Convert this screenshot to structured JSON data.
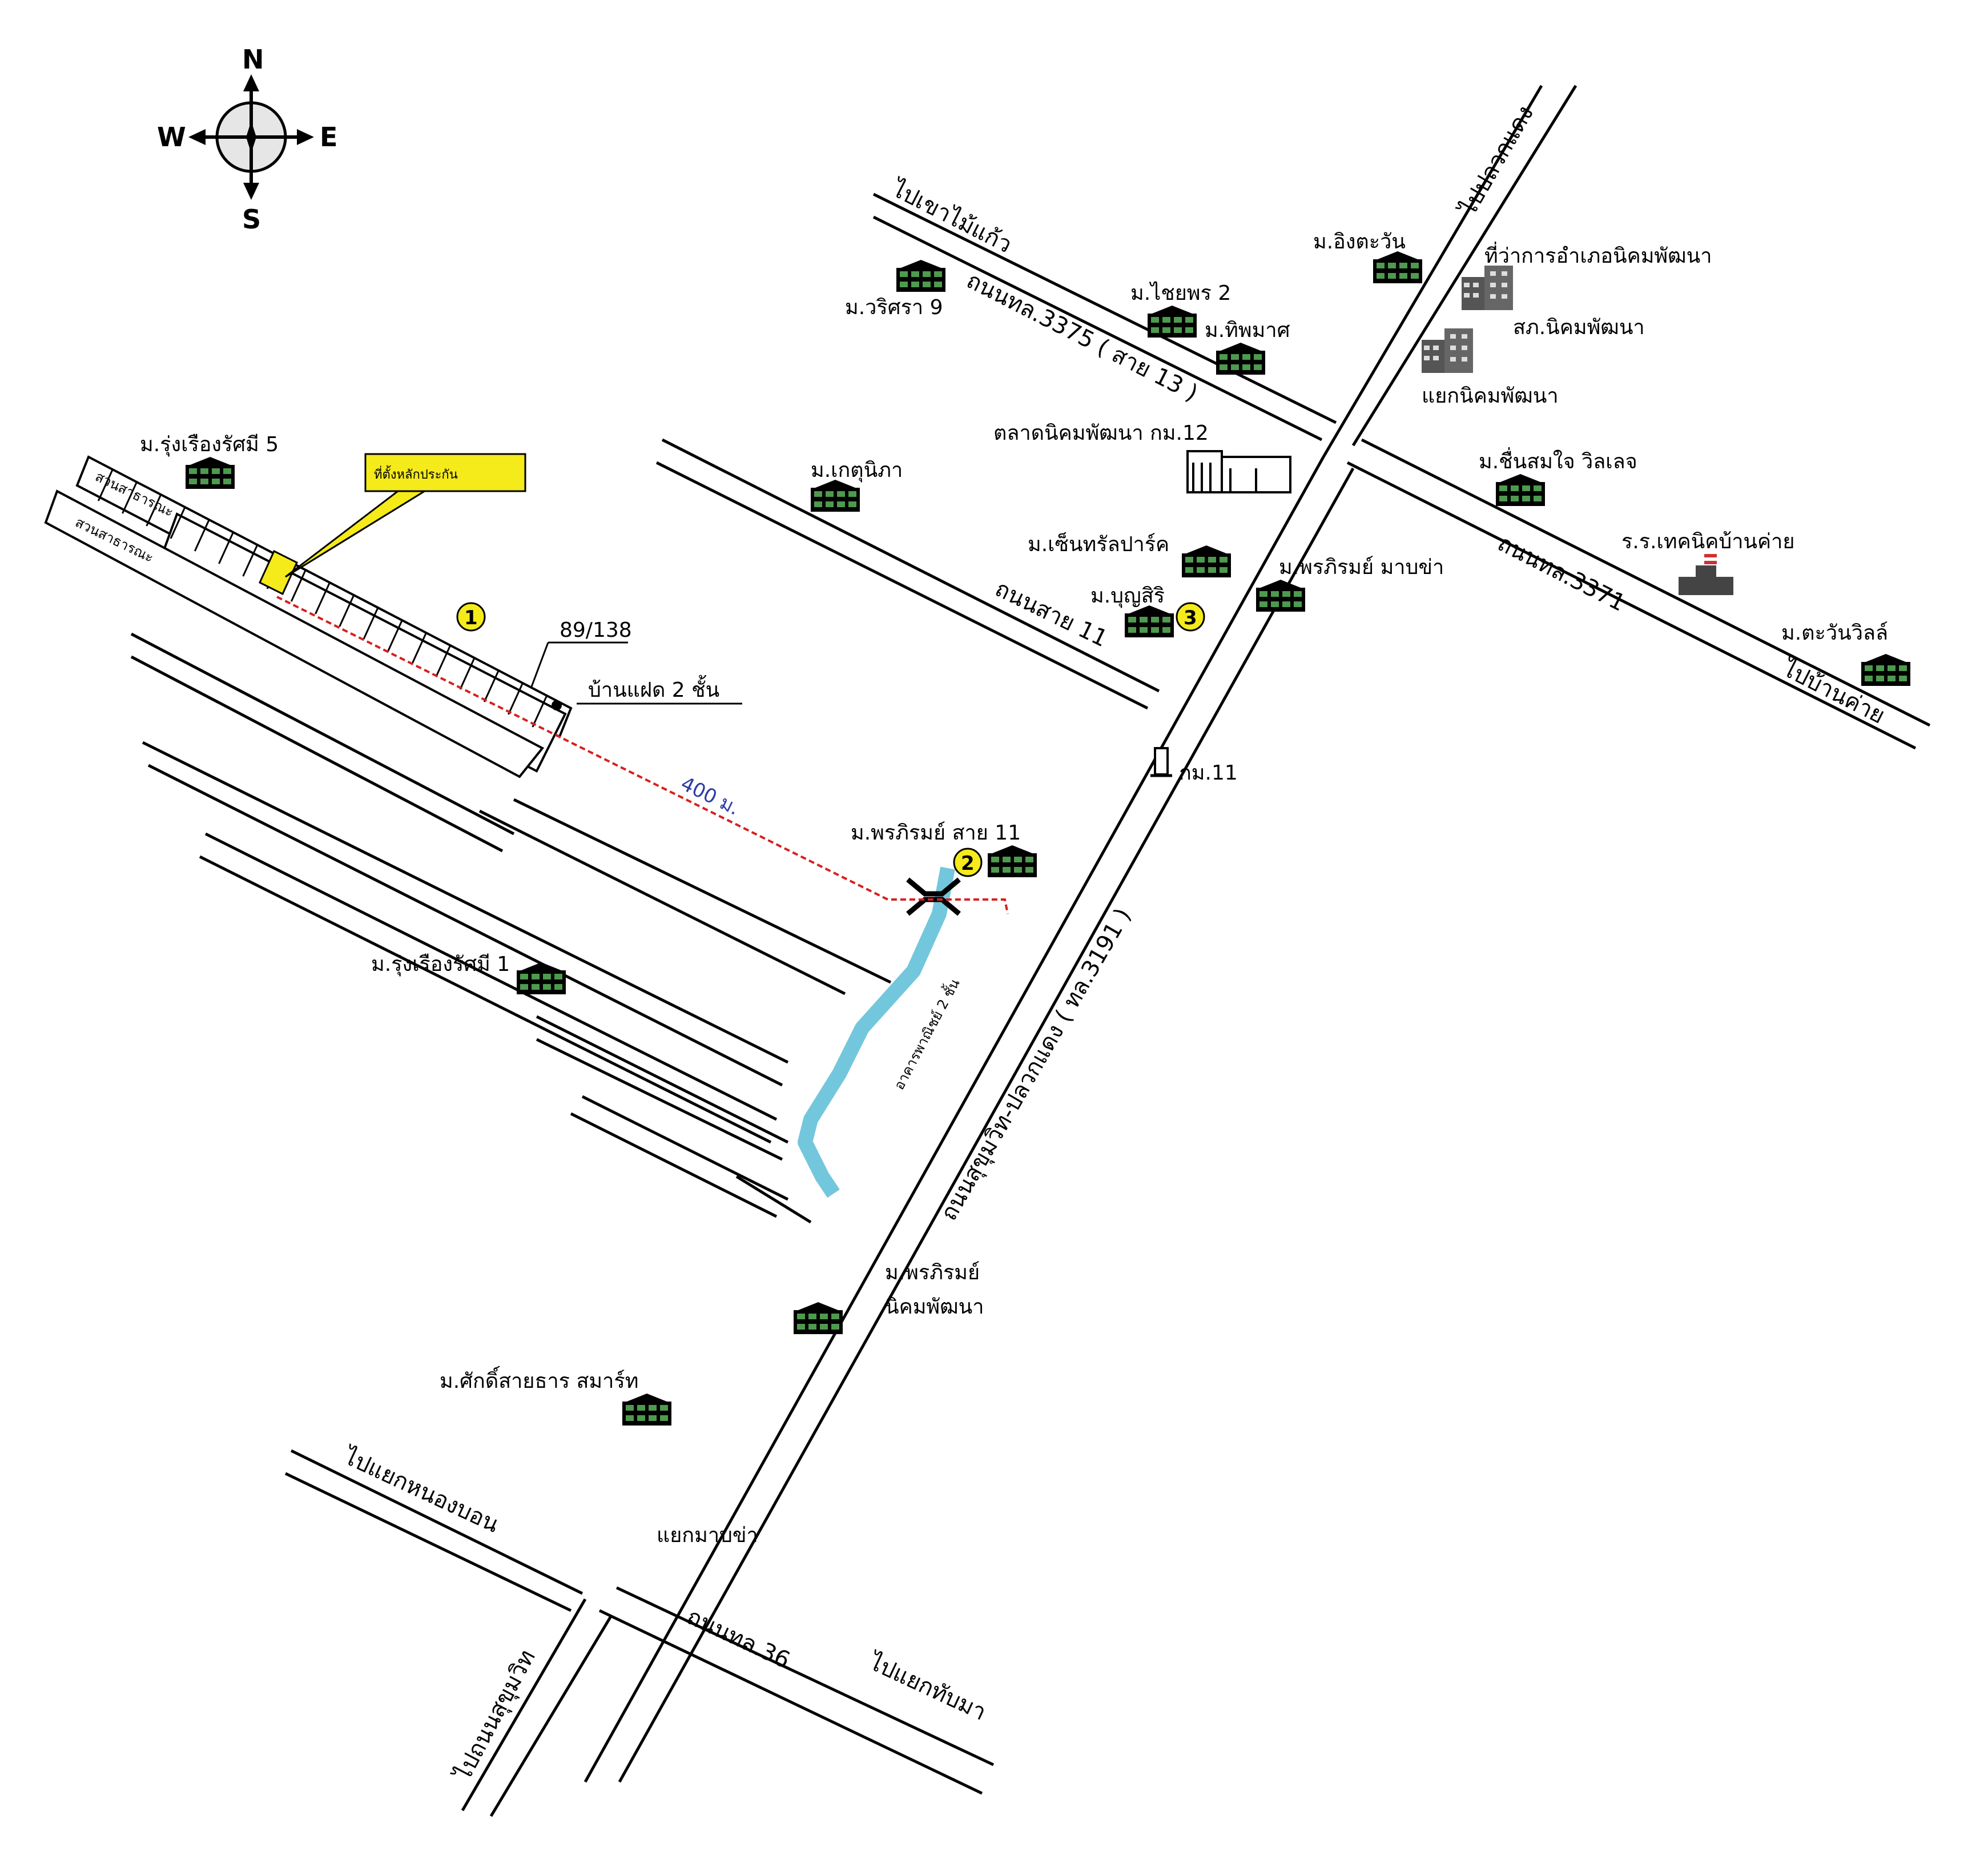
{
  "compass": {
    "n": "N",
    "s": "S",
    "e": "E",
    "w": "W"
  },
  "roads": {
    "sukhumvit_pluakdaeng": "ถนนสุขุมวิท-ปลวกแดง ( ทล.3191 )",
    "rd_3375": "ถนนทล.3375 ( สาย 13 )",
    "rd_3371": "ถนนทล.3371",
    "rd_36": "ถนนทล.36",
    "rd_sai11": "ถนนสาย 11"
  },
  "directions": {
    "to_pluakdaeng": "ไปปลวกแดง",
    "to_khaomaikaew": "ไปเขาไม้แก้ว",
    "to_bankhai": "ไปบ้านค่าย",
    "to_nongbon": "ไปแยกหนองบอน",
    "to_sukhumvit": "ไปถนนสุขุมวิท",
    "to_thapma": "ไปแยกทับมา"
  },
  "junctions": {
    "nikhom_phatthana": "แยกนิคมพัฒนา",
    "map_kha": "แยกมาบข่า"
  },
  "places": {
    "ing_tawan": "ม.อิงตะวัน",
    "district_office": "ที่ว่าการอำเภอนิคมพัฒนา",
    "police": "สภ.นิคมพัฒนา",
    "chaiyaphon2": "ม.ไชยพร 2",
    "thipphamat": "ม.ทิพมาศ",
    "warisara9": "ม.วริศรา 9",
    "market": "ตลาดนิคมพัฒนา กม.12",
    "ketnipha": "ม.เกตุนิภา",
    "chuensomjai": "ม.ชื่นสมใจ วิลเลจ",
    "technical_school": "ร.ร.เทคนิคบ้านค่าย",
    "tawan_ville": "ม.ตะวันวิลล์",
    "central_park": "ม.เซ็นทรัลปาร์ค",
    "bunsiri": "ม.บุญสิริ",
    "phonphirom_mapkha": "ม.พรภิรมย์ มาบข่า",
    "rungrueang5": "ม.รุ่งเรืองรัศมี 5",
    "rungrueang1": "ม.รุ่งเรืองรัศมี 1",
    "phonphirom_sai11": "ม.พรภิรมย์ สาย 11",
    "phonphirom_nikhom_1": "ม.พรภิรมย์",
    "phonphirom_nikhom_2": "นิคมพัฒนา",
    "sak_saithan": "ม.ศักดิ์สายธาร สมาร์ท",
    "km11": "กม.11",
    "commercial": "อาคารพาณิชย์ 2 ชั้น",
    "public_park_1": "สวนสาธารณะ",
    "public_park_2": "สวนสาธารณะ"
  },
  "property": {
    "callout": "ที่ตั้งหลักประกัน",
    "house_no": "89/138",
    "house_type": "บ้านแฝด 2 ชั้น",
    "distance": "400 ม."
  },
  "markers": {
    "m1": "1",
    "m2": "2",
    "m3": "3"
  },
  "colors": {
    "road_fill": "#ffffff",
    "road_stroke": "#000000",
    "canal": "#73c7dc",
    "marker_fill": "#f5ea1a",
    "callout_fill": "#f5ea1a",
    "route": "#d62020",
    "building_green": "#3e7d3e",
    "distance_text": "#2a3ba8"
  }
}
